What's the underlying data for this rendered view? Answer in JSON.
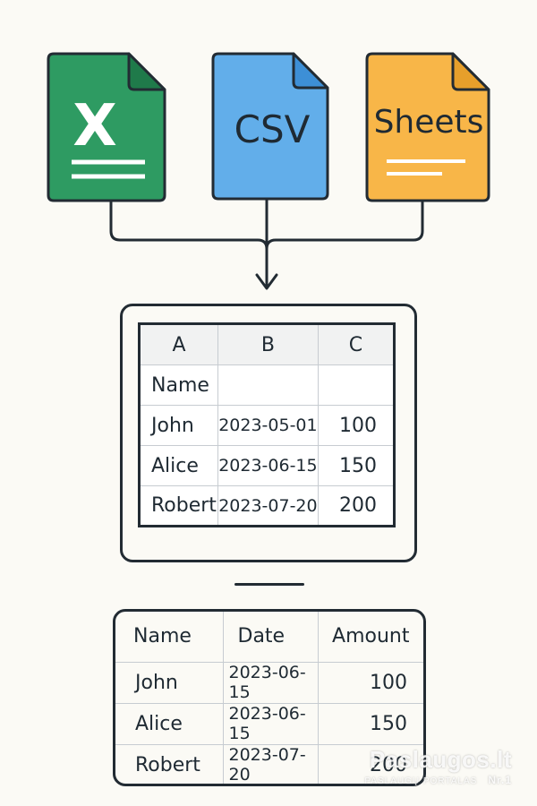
{
  "sources": [
    {
      "id": "excel",
      "label": "X",
      "color": "#2e9b62",
      "fold_color": "#1f7a4a",
      "icon": "excel-file-icon"
    },
    {
      "id": "csv",
      "label": "CSV",
      "color": "#62aeea",
      "fold_color": "#3d8fd6",
      "icon": "csv-file-icon"
    },
    {
      "id": "sheets",
      "label": "Sheets",
      "color": "#f8b648",
      "fold_color": "#e69f2b",
      "icon": "sheets-file-icon"
    }
  ],
  "spreadsheet": {
    "column_headers": [
      "A",
      "B",
      "C"
    ],
    "rows": [
      [
        "Name",
        "",
        ""
      ],
      [
        "John",
        "2023-05-01",
        "100"
      ],
      [
        "Alice",
        "2023-06-15",
        "150"
      ],
      [
        "Robert",
        "2023-07-20",
        "200"
      ]
    ]
  },
  "result_table": {
    "headers": [
      "Name",
      "Date",
      "Amount"
    ],
    "rows": [
      [
        "John",
        "2023-06-15",
        "100"
      ],
      [
        "Alice",
        "2023-06-15",
        "150"
      ],
      [
        "Robert",
        "2023-07-20",
        "200"
      ]
    ]
  },
  "watermark": {
    "brand": "Paslaugos.lt",
    "tagline": "PASLAUGŲ PORTALAS",
    "rank": "Nr.1"
  },
  "colors": {
    "stroke": "#222b33",
    "grid": "#c7ccd1",
    "background": "#fbfaf5"
  }
}
